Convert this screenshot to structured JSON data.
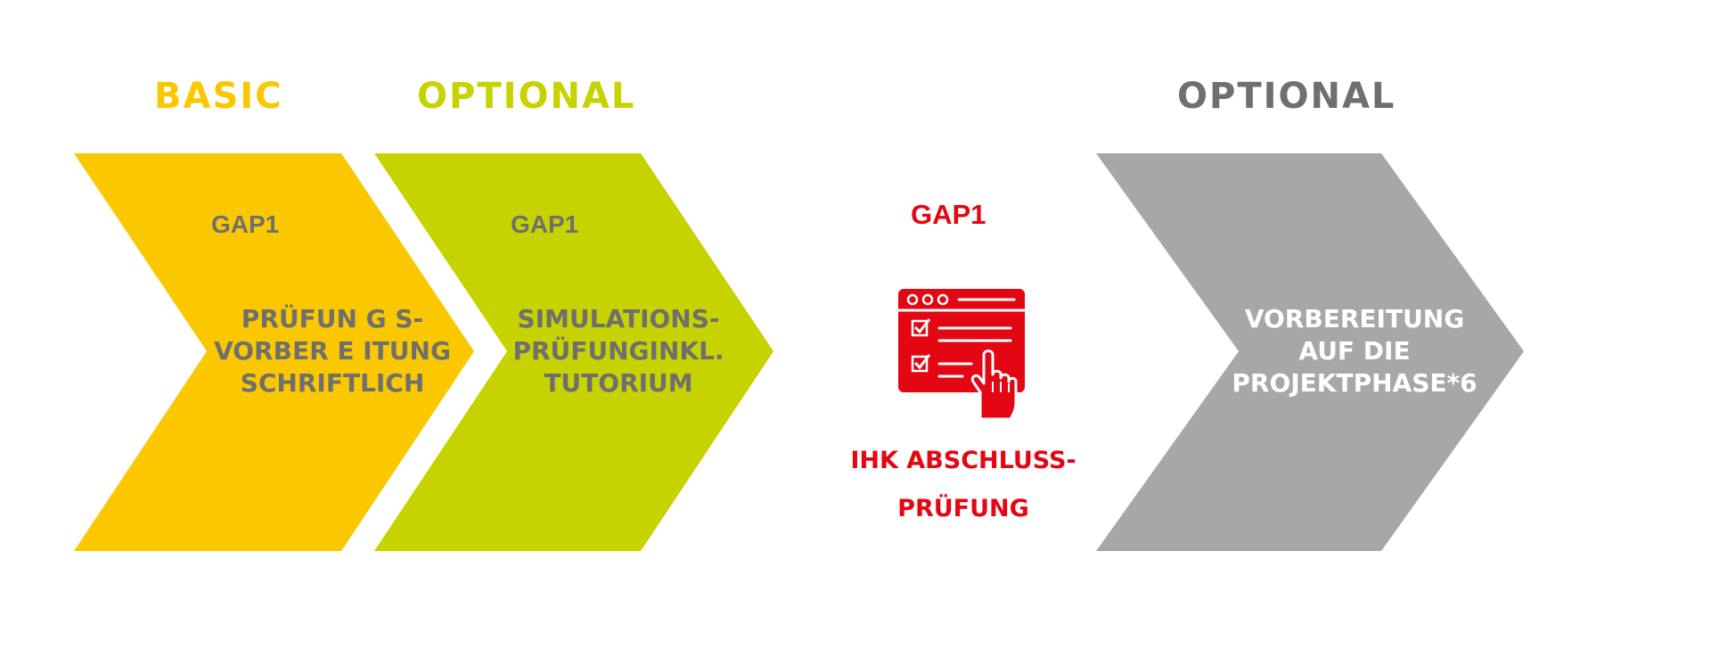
{
  "colors": {
    "basic": "#FBC800",
    "optional_green": "#C6D300",
    "optional_grey": "#A7A7A6",
    "grey_text": "#6F6F6F",
    "white_text": "#FFFFFF",
    "red": "#E30613"
  },
  "stages": [
    {
      "category": "BASIC",
      "gap": "GAP1",
      "lines": [
        "PRÜFUN G S-",
        "VORBER E ITUNG",
        "SCHRIFTLICH"
      ]
    },
    {
      "category": "OPTIONAL",
      "gap": "GAP1",
      "lines": [
        "SIMULATIONS-",
        "PRÜFUNGINKL.",
        "TUTORIUM"
      ]
    },
    {
      "gap": "GAP1",
      "icon": "online-exam-icon",
      "lines": [
        "IHK ABSCHLUSS-",
        "PRÜFUNG"
      ]
    },
    {
      "category": "OPTIONAL",
      "lines": [
        "VORBEREITUNG",
        "AUF DIE",
        "PROJEKTPHASE*6"
      ]
    }
  ]
}
